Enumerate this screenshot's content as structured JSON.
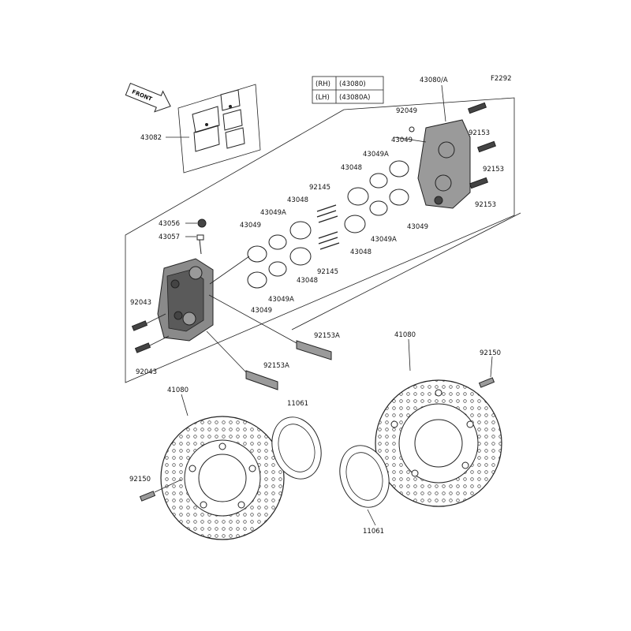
{
  "figure_code": "F2292",
  "front_label": "FRONT",
  "side_table": [
    {
      "side": "(RH)",
      "part": "(43080)"
    },
    {
      "side": "(LH)",
      "part": "(43080A)"
    }
  ],
  "labels": {
    "caliper_assy": "43080/A",
    "pad_set": "43082",
    "bleeder_cap": "43056",
    "bleeder_valve": "43057",
    "piston_a": "43048",
    "piston_b": "43048",
    "piston_c": "43048",
    "piston_d": "43048",
    "seal_a": "43049",
    "seal_b": "43049",
    "seal_c": "43049",
    "seal_d": "43049",
    "dust_seal_a": "43049A",
    "dust_seal_b": "43049A",
    "dust_seal_c": "43049A",
    "dust_seal_d": "43049A",
    "spring_a": "92145",
    "spring_b": "92145",
    "washer": "92049",
    "bolt_a": "92153",
    "bolt_b": "92153",
    "bolt_c": "92153",
    "mount_bolt_a": "92153A",
    "mount_bolt_b": "92153A",
    "pad_pin_a": "92043",
    "pad_pin_b": "92043",
    "disc_left": "41080",
    "disc_right": "41080",
    "disc_bolt_left": "92150",
    "disc_bolt_right": "92150",
    "shim_left": "11061",
    "shim_right": "11061"
  }
}
